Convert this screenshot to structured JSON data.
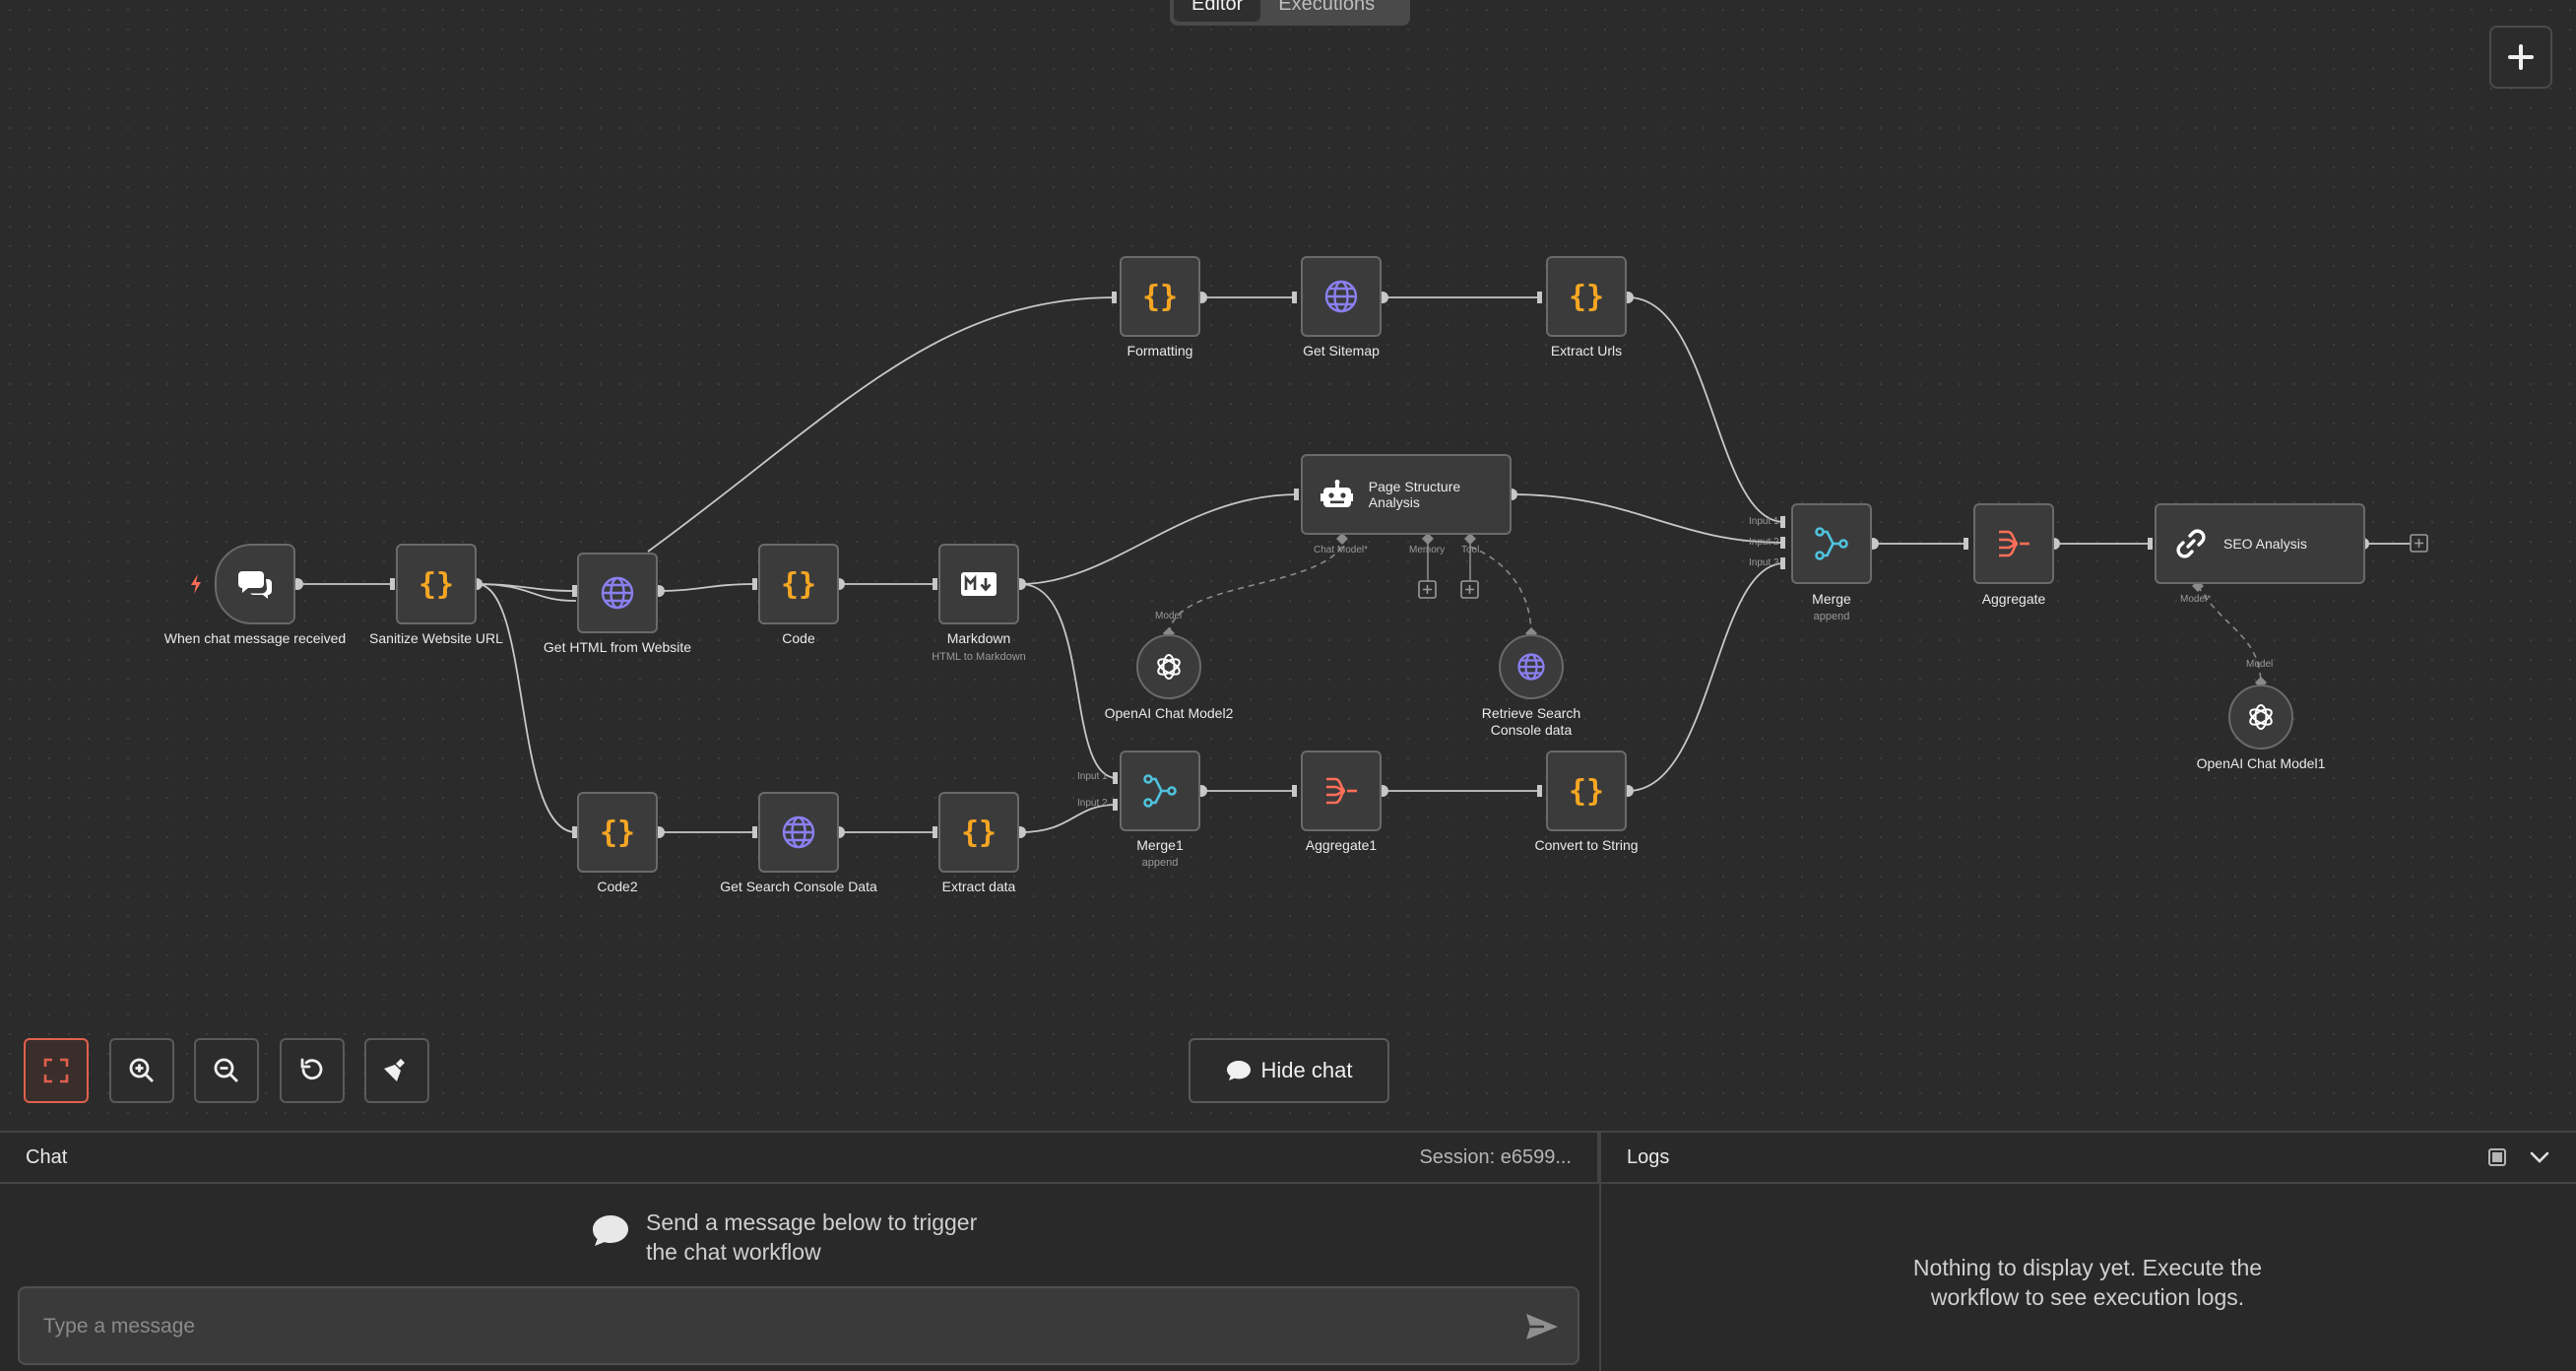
{
  "tabs": [
    {
      "label": "Editor",
      "active": true
    },
    {
      "label": "Executions",
      "active": false
    }
  ],
  "nodes": {
    "chat_trigger": {
      "label": "When chat message received",
      "icon": "chat-icon"
    },
    "sanitize": {
      "label": "Sanitize Website URL",
      "icon": "code-braces-icon"
    },
    "get_html": {
      "label": "Get HTML from Website",
      "icon": "globe-icon"
    },
    "code": {
      "label": "Code",
      "icon": "code-braces-icon"
    },
    "markdown": {
      "label": "Markdown",
      "sublabel": "HTML to Markdown",
      "icon": "markdown-icon"
    },
    "formatting": {
      "label": "Formatting",
      "icon": "code-braces-icon"
    },
    "get_sitemap": {
      "label": "Get Sitemap",
      "icon": "globe-icon"
    },
    "extract_urls": {
      "label": "Extract Urls",
      "icon": "code-braces-icon"
    },
    "page_structure": {
      "label": "Page Structure Analysis",
      "icon": "robot-icon",
      "ports": {
        "chat_model": "Chat Model*",
        "memory": "Memory",
        "tool": "Tool"
      }
    },
    "openai2": {
      "label": "OpenAI Chat Model2",
      "port": "Model",
      "icon": "openai-icon"
    },
    "retrieve_search": {
      "label": "Retrieve Search Console data",
      "icon": "globe-icon"
    },
    "code2": {
      "label": "Code2",
      "icon": "code-braces-icon"
    },
    "get_search_console": {
      "label": "Get Search Console Data",
      "icon": "globe-icon"
    },
    "extract_data": {
      "label": "Extract data",
      "icon": "code-braces-icon"
    },
    "merge1": {
      "label": "Merge1",
      "sublabel": "append",
      "inputs": [
        "Input 1",
        "Input 2"
      ],
      "icon": "merge-icon"
    },
    "aggregate1": {
      "label": "Aggregate1",
      "icon": "aggregate-icon"
    },
    "convert": {
      "label": "Convert to String",
      "icon": "code-braces-icon"
    },
    "merge": {
      "label": "Merge",
      "sublabel": "append",
      "inputs": [
        "Input 1",
        "Input 2",
        "Input 3"
      ],
      "icon": "merge-icon"
    },
    "aggregate": {
      "label": "Aggregate",
      "icon": "aggregate-icon"
    },
    "seo": {
      "label": "SEO Analysis",
      "port": "Model*",
      "icon": "link-icon"
    },
    "openai1": {
      "label": "OpenAI Chat Model1",
      "port": "Model",
      "icon": "openai-icon"
    }
  },
  "toolbar": {
    "buttons": [
      "fit-view",
      "zoom-in",
      "zoom-out",
      "reset-zoom",
      "tidy-up"
    ],
    "hide_chat_label": "Hide chat"
  },
  "chat": {
    "title": "Chat",
    "session": "Session: e6599...",
    "empty_line1": "Send a message below to trigger",
    "empty_line2": "the chat workflow",
    "placeholder": "Type a message"
  },
  "logs": {
    "title": "Logs",
    "empty": "Nothing to display yet. Execute the workflow to see execution logs."
  },
  "colors": {
    "code": "#f5a623",
    "http": "#8b80f0",
    "merge": "#4fc3dc",
    "aggregate": "#ff6e58",
    "accent": "#e0604c"
  }
}
